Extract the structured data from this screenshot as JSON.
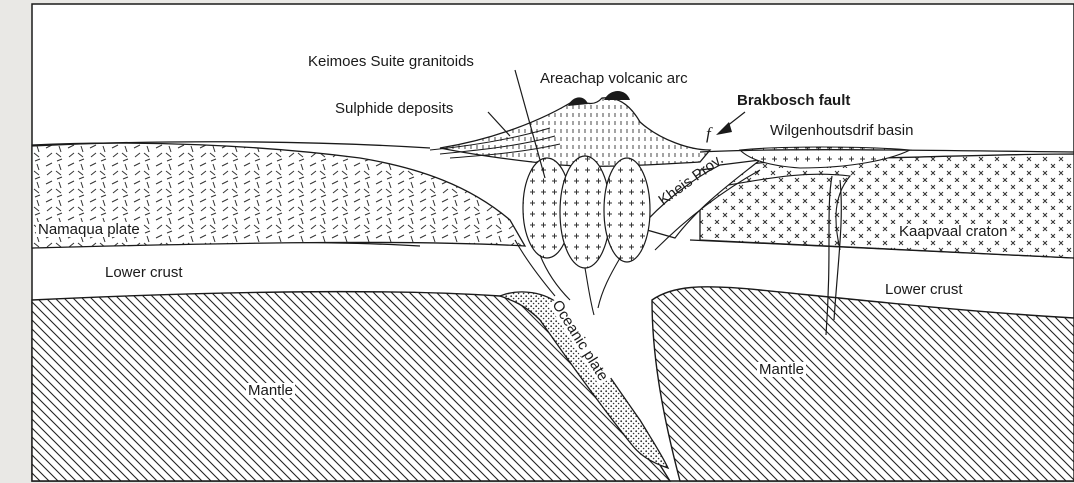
{
  "labels": {
    "keimoes": "Keimoes Suite granitoids",
    "areachap": "Areachap volcanic arc",
    "sulphide": "Sulphide deposits",
    "brakbosch": "Brakbosch fault",
    "fault_symbol": "f",
    "wilgenhoutsdrif": "Wilgenhoutsdrif basin",
    "namaqua": "Namaqua plate",
    "kheis": "Kheis Prov.",
    "kaapvaal": "Kaapvaal craton",
    "lower_crust_left": "Lower crust",
    "lower_crust_right": "Lower crust",
    "oceanic": "Oceanic plate",
    "mantle_left": "Mantle",
    "mantle_right": "Mantle"
  },
  "colors": {
    "line": "#1a1a1a",
    "fill": "#ffffff",
    "page": "#e9e8e5"
  }
}
